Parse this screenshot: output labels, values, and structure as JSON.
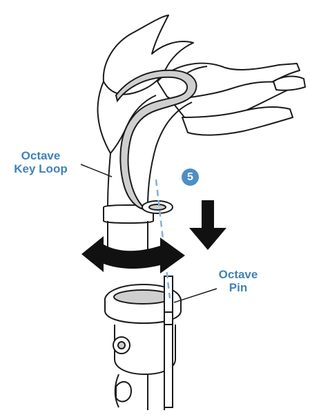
{
  "labels": {
    "key_loop": {
      "line1": "Octave",
      "line2": "Key Loop"
    },
    "pin": {
      "line1": "Octave",
      "line2": "Pin"
    }
  },
  "step": {
    "number": "5"
  },
  "colors": {
    "label_text": "#3f82b8",
    "step_badge": "#4d8fc4",
    "guide_line": "#7fb0d8",
    "ink": "#1a1a1a",
    "arrow_fill": "#111111",
    "hand_fill": "#ffffff",
    "metal_shade": "#cfcfcf"
  },
  "icons": {
    "down_arrow": "down-arrow-icon",
    "rotate_arrow": "rotate-arrow-icon"
  }
}
